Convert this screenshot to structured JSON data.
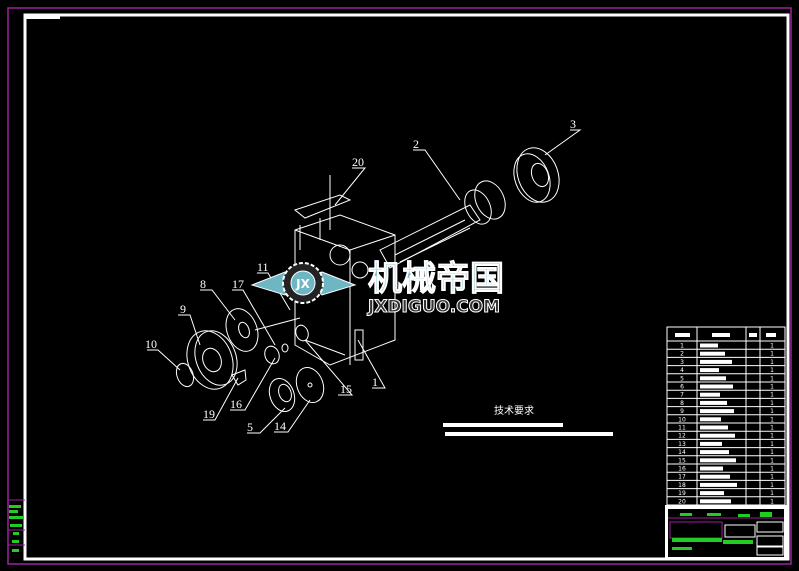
{
  "drawing": {
    "part_labels": [
      {
        "id": "1",
        "text": "1"
      },
      {
        "id": "2",
        "text": "2"
      },
      {
        "id": "3",
        "text": "3"
      },
      {
        "id": "5",
        "text": "5"
      },
      {
        "id": "8",
        "text": "8"
      },
      {
        "id": "9",
        "text": "9"
      },
      {
        "id": "10",
        "text": "10"
      },
      {
        "id": "11",
        "text": "11"
      },
      {
        "id": "14",
        "text": "14"
      },
      {
        "id": "15",
        "text": "15"
      },
      {
        "id": "16",
        "text": "16"
      },
      {
        "id": "17",
        "text": "17"
      },
      {
        "id": "19",
        "text": "19"
      },
      {
        "id": "20",
        "text": "20"
      }
    ],
    "tech_requirements_title": "技术要求"
  },
  "watermark": {
    "logo_text": "JX",
    "cn_text": "机械帝国",
    "url_text": "JXDIGUO.COM",
    "color": "#6fb6c4"
  },
  "bom": {
    "rows": [
      {
        "no": "1",
        "qty": "1"
      },
      {
        "no": "2",
        "qty": "1"
      },
      {
        "no": "3",
        "qty": "1"
      },
      {
        "no": "4",
        "qty": "1"
      },
      {
        "no": "5",
        "qty": "1"
      },
      {
        "no": "6",
        "qty": "1"
      },
      {
        "no": "7",
        "qty": "1"
      },
      {
        "no": "8",
        "qty": "1"
      },
      {
        "no": "9",
        "qty": "1"
      },
      {
        "no": "10",
        "qty": "1"
      },
      {
        "no": "11",
        "qty": "1"
      },
      {
        "no": "12",
        "qty": "1"
      },
      {
        "no": "13",
        "qty": "1"
      },
      {
        "no": "14",
        "qty": "1"
      },
      {
        "no": "15",
        "qty": "1"
      },
      {
        "no": "16",
        "qty": "1"
      },
      {
        "no": "17",
        "qty": "1"
      },
      {
        "no": "18",
        "qty": "1"
      },
      {
        "no": "19",
        "qty": "1"
      },
      {
        "no": "20",
        "qty": "1"
      }
    ]
  },
  "colors": {
    "frame_outer": "#a020a0",
    "frame_inner": "#ffffff",
    "title_block_fill": "#22cc22"
  }
}
